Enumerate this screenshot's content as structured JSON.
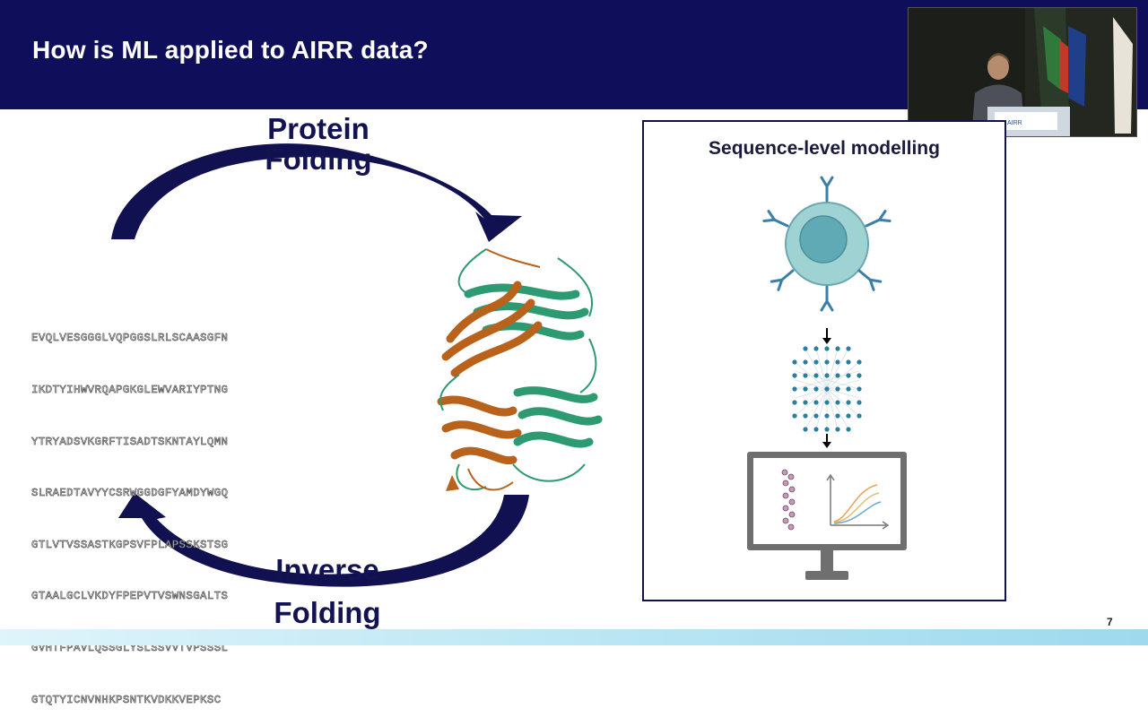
{
  "slide": {
    "title": "How is ML applied to AIRR data?",
    "number": "7"
  },
  "cycle": {
    "top_label_line1": "Protein",
    "top_label_line2": "Folding",
    "bottom_label_line1": "Inverse",
    "bottom_label_line2": "Folding",
    "sequence_lines": [
      "EVQLVESGGGLVQPGGSLRLSCAASGFN",
      "IKDTYIHWVRQAPGKGLEWVARIYPTNG",
      "YTRYADSVKGRFTISADTSKNTAYLQMN",
      "SLRAEDTAVYYCSRWGGDGFYAMDYWGQ",
      "GTLVTVSSASTKGPSVFPLAPSSKSTSG",
      "GTAALGCLVKDYFPEPVTVSWNSGALTS",
      "GVHTFPAVLQSSGLYSLSSVVTVPSSSL",
      "GTQTYICNVNHKPSNTKVDKKVEPKSC"
    ],
    "arrow_color": "#111050",
    "structure_colors": {
      "chain_a": "#2e9a72",
      "chain_b": "#b8621c"
    }
  },
  "panel": {
    "title": "Sequence-level modelling",
    "cell_color": "#9fd3d3",
    "receptor_color": "#3a7fa8",
    "network_node_color": "#2a7f9e"
  },
  "webcam": {
    "description_icon": "presenter-video-feed"
  }
}
